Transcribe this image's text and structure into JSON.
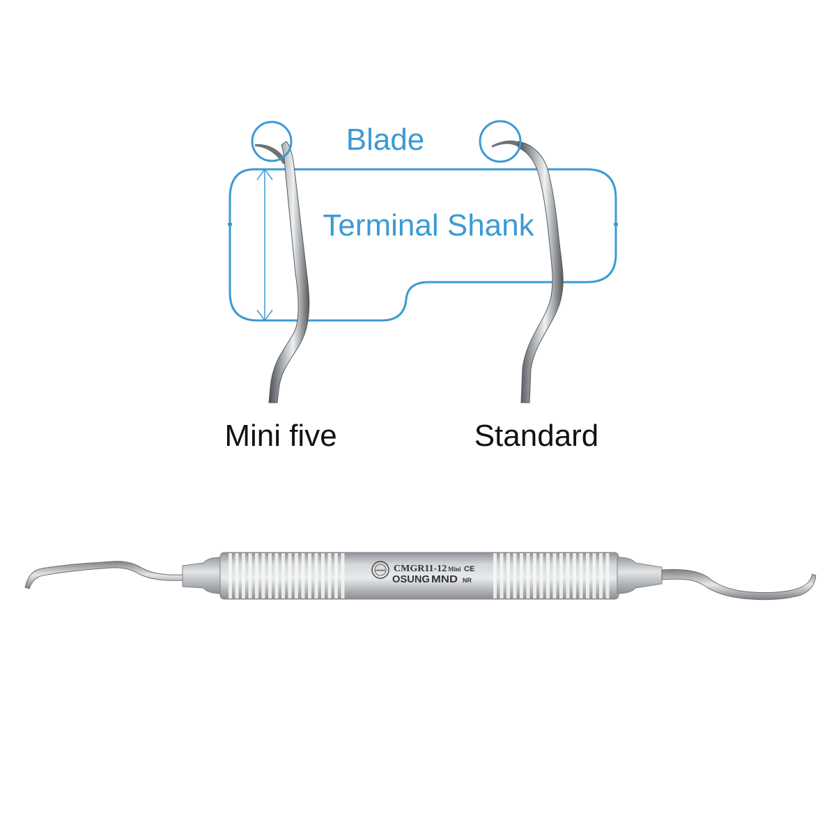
{
  "diagram": {
    "labels": {
      "blade": "Blade",
      "terminal_shank": "Terminal Shank"
    },
    "captions": {
      "mini": "Mini five",
      "standard": "Standard"
    },
    "handle_engraving": {
      "model": "CMGR11-12",
      "variant": "Mini",
      "ce_mark": "CE",
      "brand_primary": "OSUNG",
      "brand_secondary": "MND",
      "nr_mark": "NR",
      "seal_text": "OSUNG"
    },
    "colors": {
      "callout": "#3b9ad4",
      "caption": "#111111",
      "steel_dark": "#5e6266",
      "steel_light": "#d8dadc"
    }
  }
}
